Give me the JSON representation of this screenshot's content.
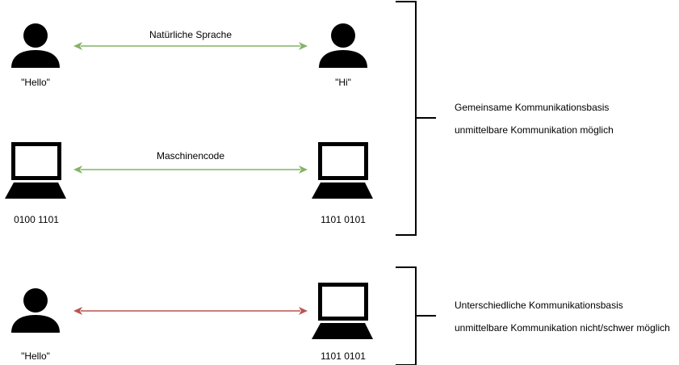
{
  "rows": [
    {
      "left_label": "\"Hello\"",
      "right_label": "\"Hi\"",
      "link_label": "Natürliche Sprache",
      "link_color": "#82b366",
      "left_icon": "person-icon",
      "right_icon": "person-icon"
    },
    {
      "left_label": "0100 1101",
      "right_label": "1101 0101",
      "link_label": "Maschinencode",
      "link_color": "#82b366",
      "left_icon": "laptop-icon",
      "right_icon": "laptop-icon"
    },
    {
      "left_label": "\"Hello\"",
      "right_label": "1101 0101",
      "link_label": "",
      "link_color": "#b85450",
      "left_icon": "person-icon",
      "right_icon": "laptop-icon"
    }
  ],
  "groups": [
    {
      "line1": "Gemeinsame Kommunikationsbasis",
      "line2": "unmittelbare Kommunikation möglich"
    },
    {
      "line1": "Unterschiedliche Kommunikationsbasis",
      "line2": "unmittelbare Kommunikation nicht/schwer möglich"
    }
  ]
}
